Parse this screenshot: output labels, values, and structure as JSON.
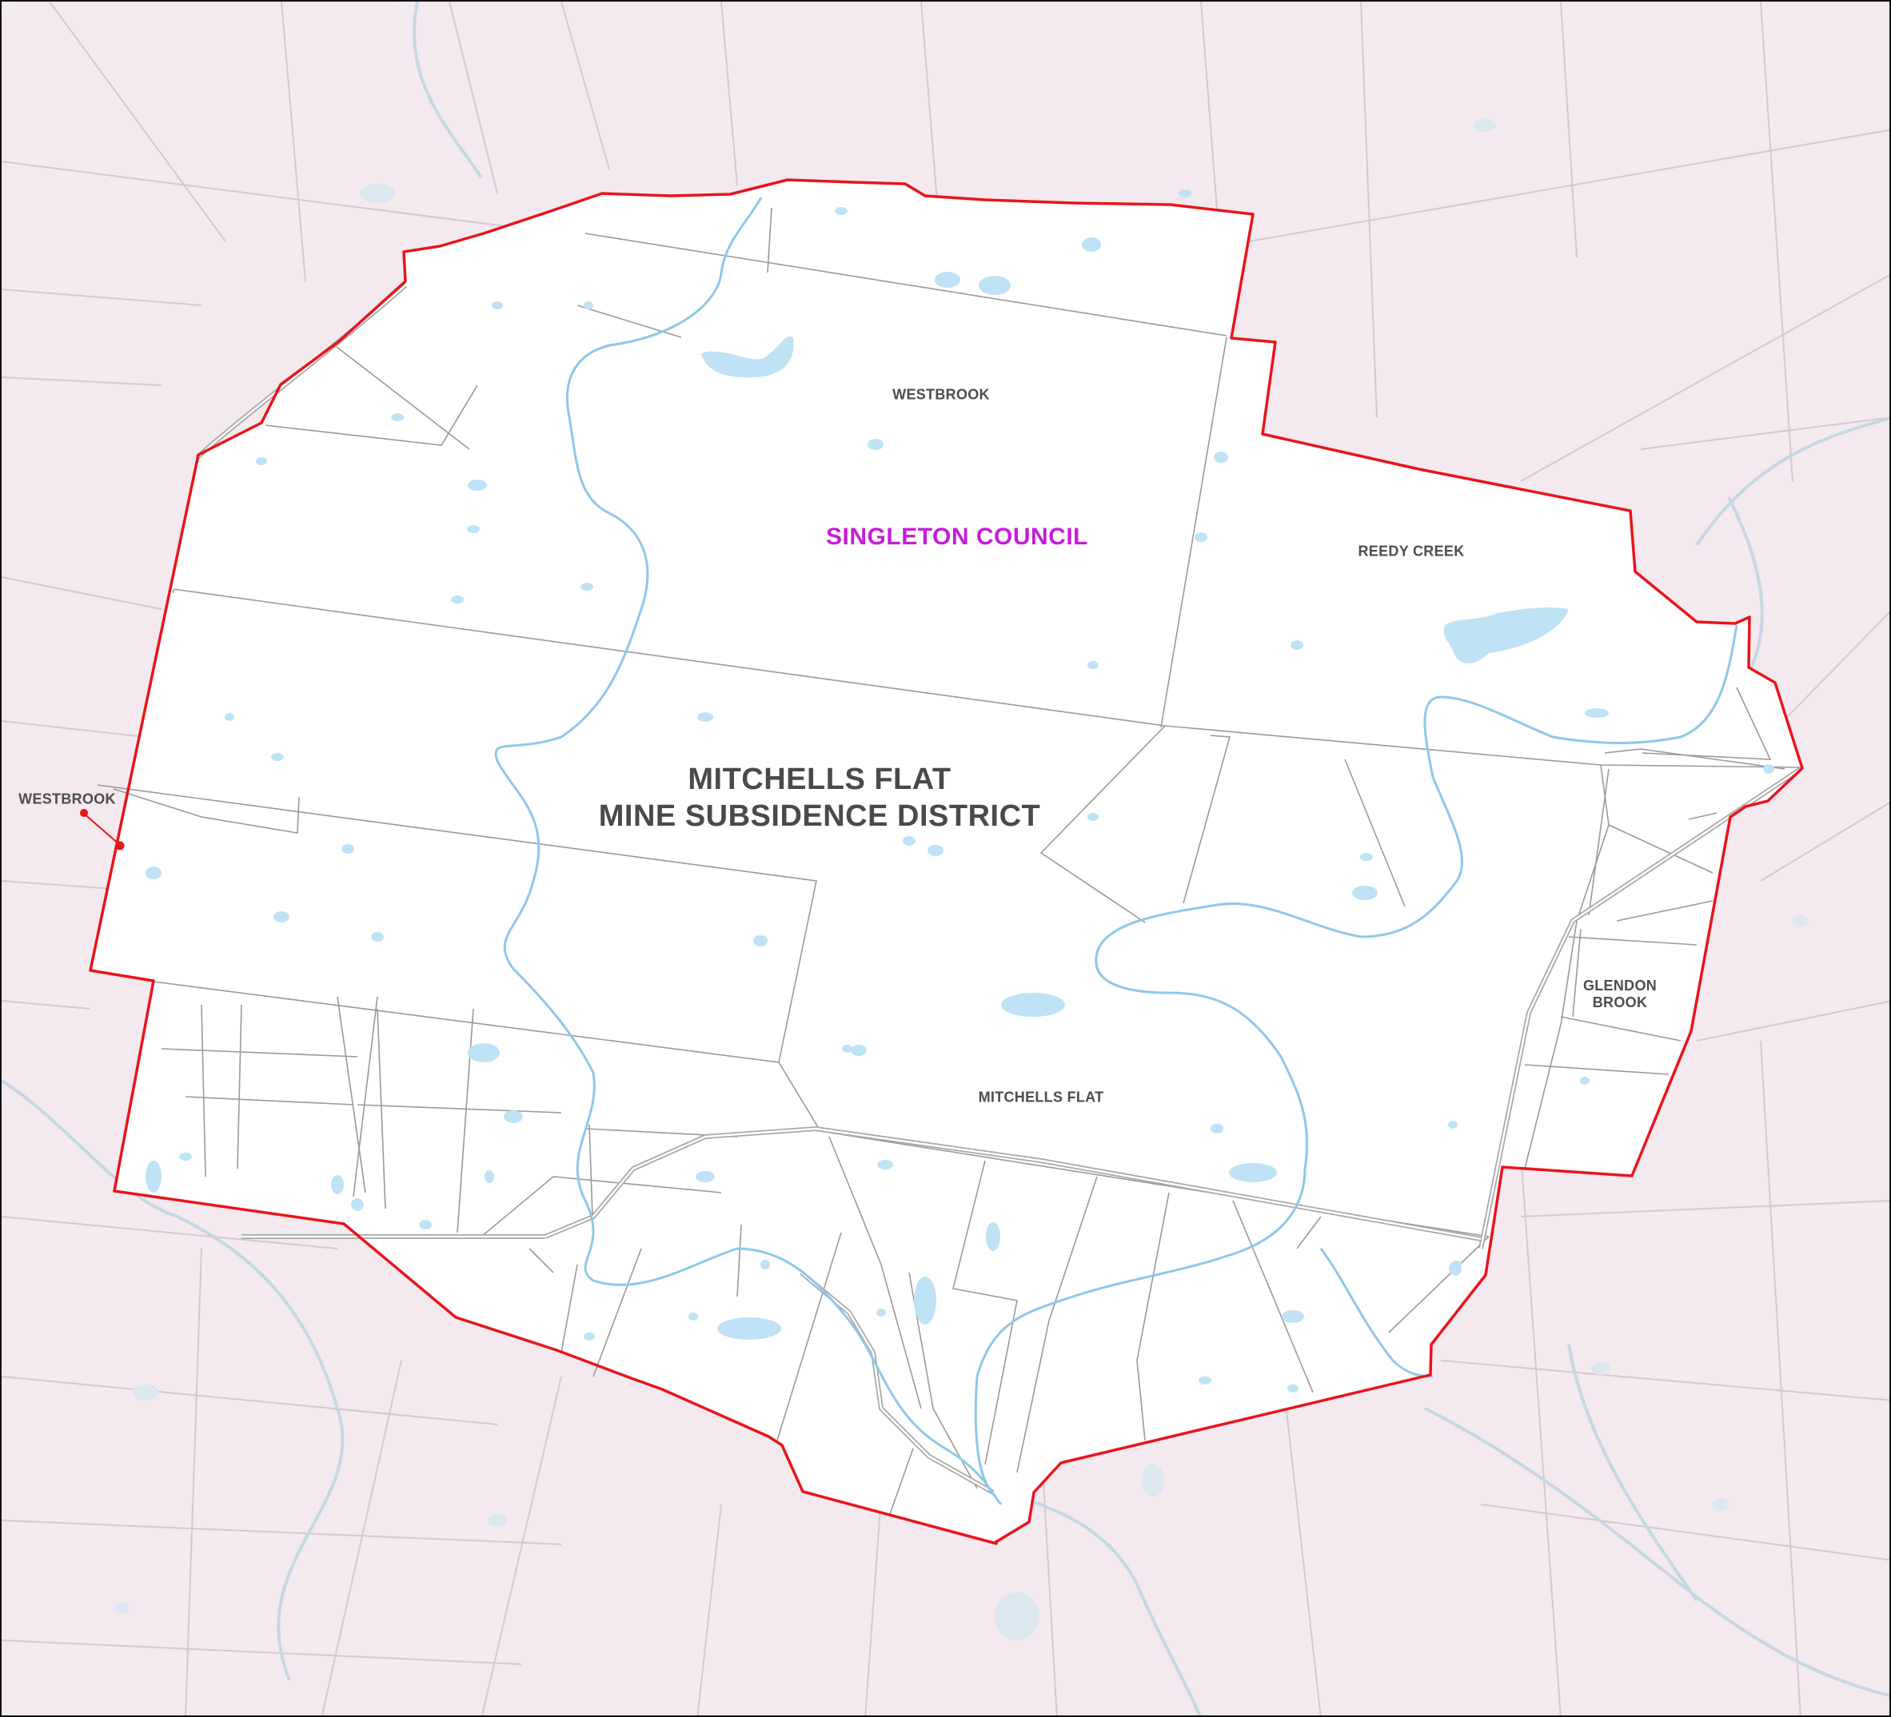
{
  "map": {
    "district_title_line1": "MITCHELLS FLAT",
    "district_title_line2": "MINE SUBSIDENCE DISTRICT",
    "council_label": "SINGLETON COUNCIL",
    "localities": {
      "westbrook_north": "WESTBROOK",
      "westbrook_west": "WESTBROOK",
      "reedy_creek": "REEDY CREEK",
      "mitchells_flat": "MITCHELLS FLAT",
      "glendon_brook_line1": "GLENDON",
      "glendon_brook_line2": "BROOK"
    },
    "colors": {
      "district_boundary": "#e8151b",
      "outside_area": "#f3e9ee",
      "inside_area": "#ffffff",
      "water": "#bfe3f5",
      "creek": "#8ec8e8",
      "council_label": "#c51dd8"
    }
  }
}
